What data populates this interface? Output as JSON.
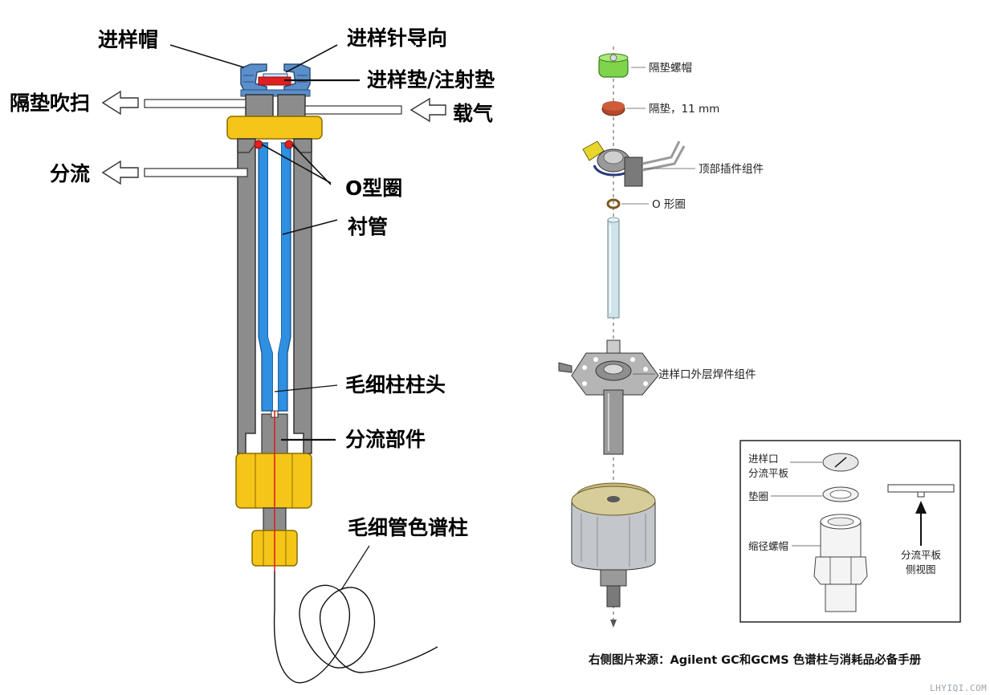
{
  "left_labels": {
    "septum_cap": "进样帽",
    "needle_guide": "进样针导向",
    "septum": "进样垫/注射垫",
    "septum_purge": "隔垫吹扫",
    "carrier_gas": "载气",
    "split_vent": "分流",
    "o_ring": "O型圈",
    "liner": "衬管",
    "column_head": "毛细柱柱头",
    "split_part": "分流部件",
    "capillary_column": "毛细管色谱柱"
  },
  "right_labels": {
    "septum_nut": "隔垫螺帽",
    "septum_11mm": "隔垫，11 mm",
    "top_insert": "顶部插件组件",
    "o_ring": "O 形圈",
    "weldment": "进样口外层焊件组件"
  },
  "inset": {
    "inlet": "进样口",
    "split_plate": "分流平板",
    "washer": "垫圈",
    "reducing_nut": "缩径螺帽",
    "plate_side_view_1": "分流平板",
    "plate_side_view_2": "侧视图"
  },
  "source_note": "右侧图片来源：Agilent GC和GCMS 色谱柱与消耗品必备手册",
  "watermark": "LHYIQI.COM",
  "colors": {
    "blue_cap": "#5b8fc9",
    "gold": "#f5c518",
    "liner_blue": "#2f8fe0",
    "body_gray": "#8c8c8c",
    "red": "#e02020",
    "green_nut": "#7ed44a"
  }
}
